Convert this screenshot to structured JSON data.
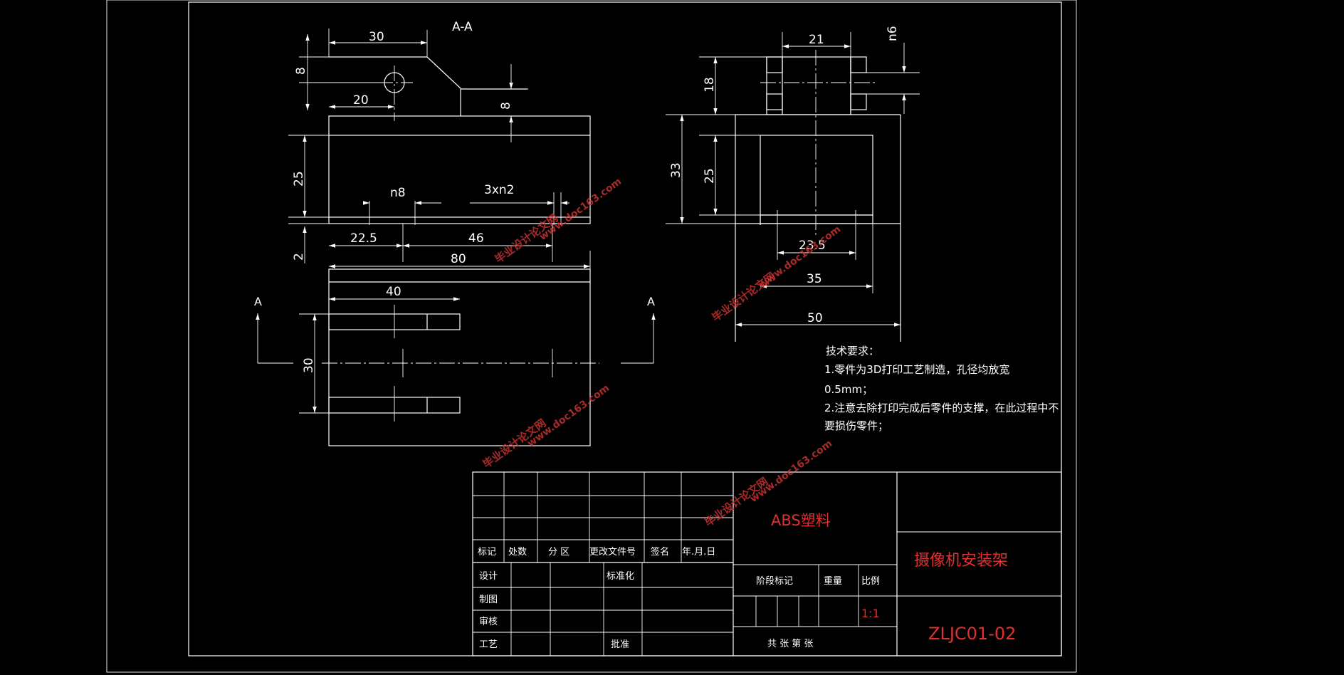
{
  "section_label": "A-A",
  "cut_label": "A",
  "dimensions": {
    "d30_top": "30",
    "d8_left": "8",
    "d20": "20",
    "d8_right": "8",
    "d25_left": "25",
    "d2": "2",
    "dn8": "n8",
    "d3xn2": "3xn2",
    "d22_5": "22.5",
    "d46": "46",
    "d80": "80",
    "d40": "40",
    "d30_side": "30",
    "d21": "21",
    "dn6": "n6",
    "d18": "18",
    "d33": "33",
    "d25_right": "25",
    "d23_5": "23.5",
    "d35": "35",
    "d50": "50"
  },
  "tech_requirements": {
    "heading": "技术要求：",
    "line1": "1.零件为3D打印工艺制造，孔径均放宽",
    "line2": "0.5mm；",
    "line3": "2.注意去除打印完成后零件的支撑，在此过程中不",
    "line4": "要损伤零件；"
  },
  "title_block": {
    "material": "ABS塑料",
    "part_name": "摄像机安装架",
    "drawing_number": "ZLJC01-02",
    "scale": "1:1",
    "rev_headers": [
      "标记",
      "处数",
      "分 区",
      "更改文件号",
      "签名",
      "年.月.日"
    ],
    "row_design": "设计",
    "row_standard": "标准化",
    "row_draw": "制图",
    "row_check": "审核",
    "row_process": "工艺",
    "row_approve": "批准",
    "stage_mark": "阶段标记",
    "weight": "重量",
    "scale_label": "比例",
    "sheets": "共   张 第   张"
  },
  "watermarks": [
    "毕业设计论文网",
    "www.doc163.com"
  ],
  "colors": {
    "background": "#000000",
    "lines": "#ffffff",
    "title_text": "#e03030"
  }
}
